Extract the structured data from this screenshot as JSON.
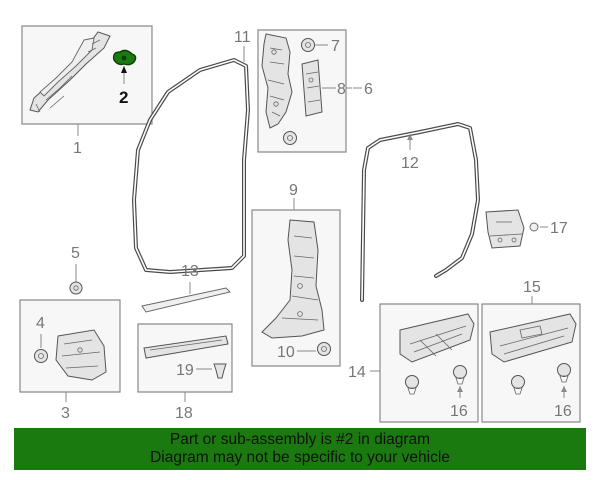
{
  "callouts": {
    "c1": "1",
    "c2": "2",
    "c3": "3",
    "c4": "4",
    "c5": "5",
    "c6": "6",
    "c7": "7",
    "c8": "8",
    "c9": "9",
    "c10": "10",
    "c11": "11",
    "c12": "12",
    "c13": "13",
    "c14": "14",
    "c15": "15",
    "c16a": "16",
    "c16b": "16",
    "c17": "17",
    "c18": "18",
    "c19": "19"
  },
  "highlight_callout": "2",
  "banner": {
    "line1": "Part or sub-assembly is #2 in diagram",
    "line2": "Diagram may not be specific to your vehicle",
    "color": "#1a7a10"
  },
  "highlight_part_color": "#1a7a10"
}
